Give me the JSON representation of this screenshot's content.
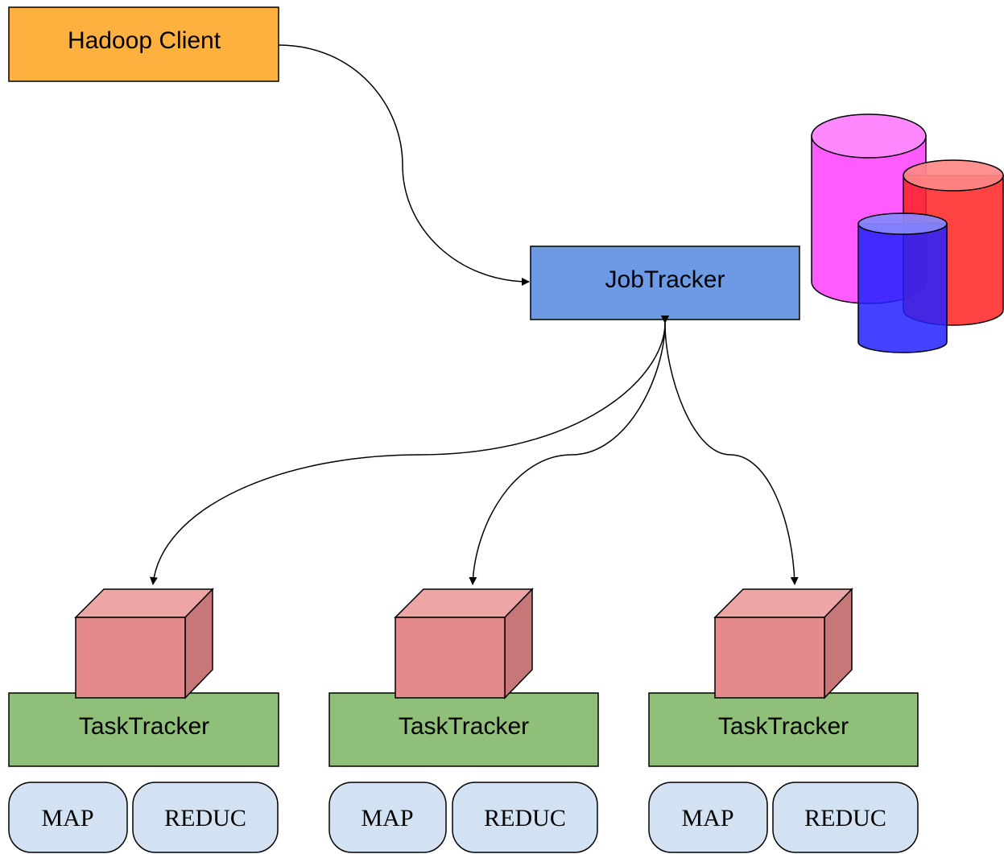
{
  "client": {
    "label": "Hadoop Client"
  },
  "jobtracker": {
    "label": "JobTracker"
  },
  "trackers": [
    {
      "label": "TaskTracker",
      "slots": [
        "MAP",
        "REDUC"
      ]
    },
    {
      "label": "TaskTracker",
      "slots": [
        "MAP",
        "REDUC"
      ]
    },
    {
      "label": "TaskTracker",
      "slots": [
        "MAP",
        "REDUC"
      ]
    }
  ],
  "colors": {
    "client": "#FFB140",
    "jobtracker": "#6C9AE4",
    "tasktracker": "#8FBF78",
    "slot": "#D2E2F2",
    "cube_front": "#E58A8A",
    "cube_top": "#EDA5A5",
    "cube_side": "#C77777",
    "cylinder_magenta": "#FF44FF",
    "cylinder_red": "#FF2222",
    "cylinder_blue": "#2222FF"
  }
}
